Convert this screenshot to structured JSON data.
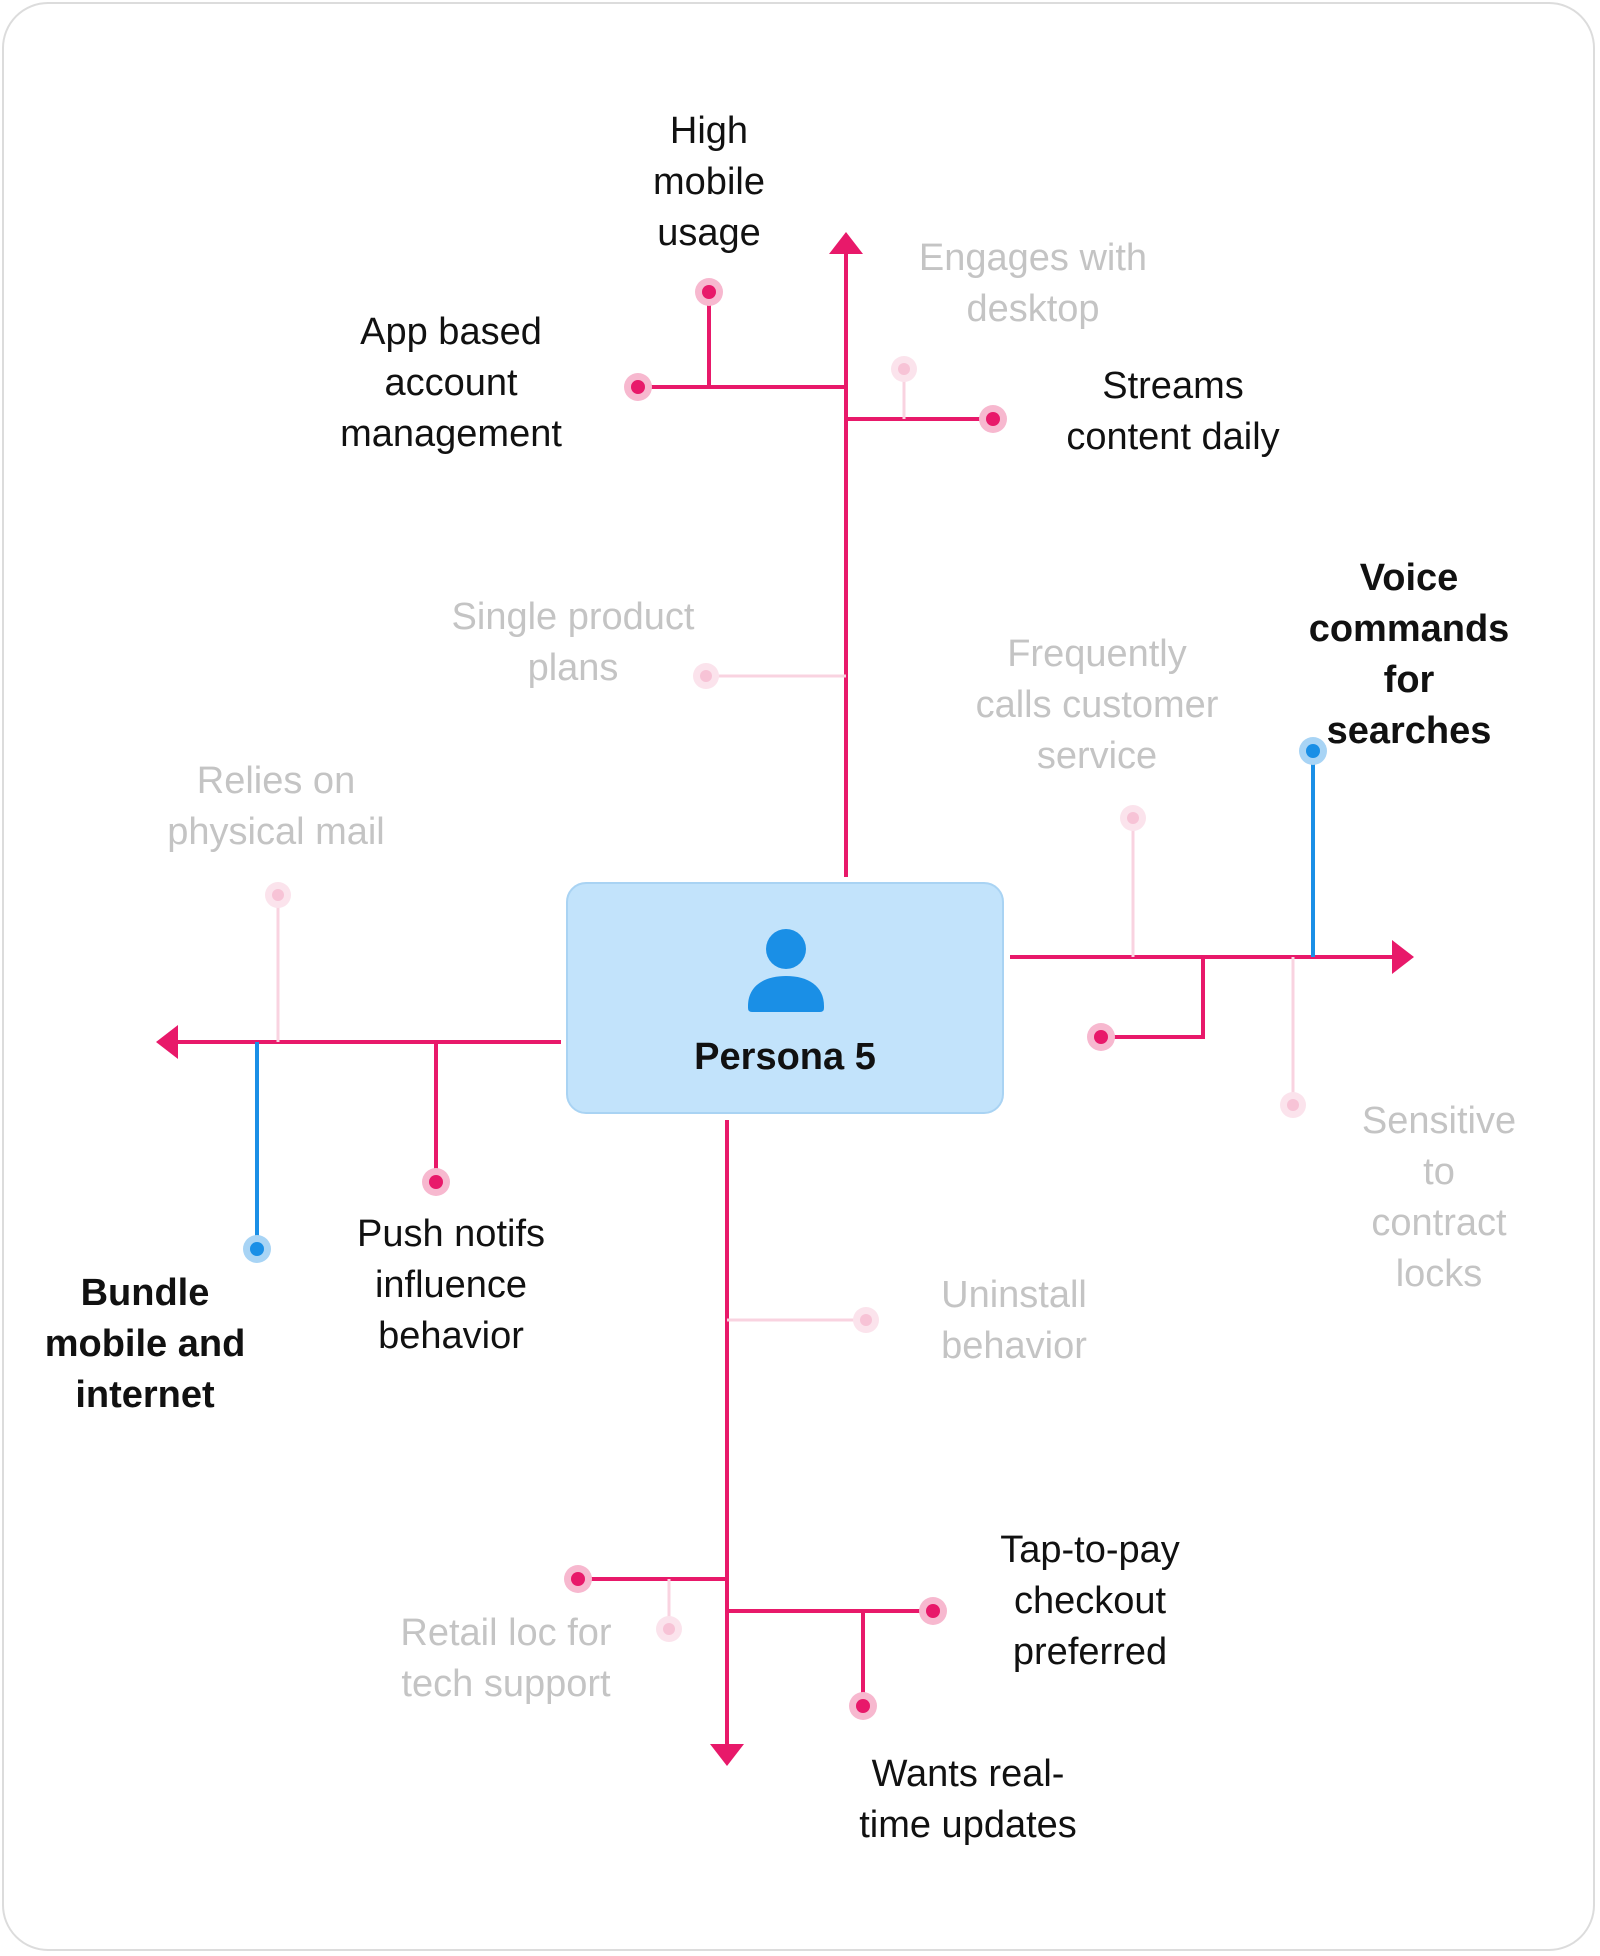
{
  "colors": {
    "accent": "#e8196a",
    "accent_dim": "#f9d3e0",
    "blue": "#1a8fe6",
    "card": "#c2e3fb",
    "person_icon": "#1a8fe6"
  },
  "persona": {
    "name": "Persona 5",
    "icon": "person-icon"
  },
  "labels": {
    "high_mobile_usage": "High\nmobile\nusage",
    "app_based": "App based\naccount\nmanagement",
    "engages_desktop": "Engages with\ndesktop",
    "streams_content": "Streams\ncontent daily",
    "single_product": "Single product\nplans",
    "frequently_calls": "Frequently\ncalls customer\nservice",
    "voice_commands": "Voice\ncommands\nfor searches",
    "relies_mail": "Relies on\nphysical mail",
    "sensitive_contract": "Sensitive to\ncontract locks",
    "bundle": "Bundle\nmobile and\ninternet",
    "push_notifs": "Push notifs\ninfluence\nbehavior",
    "uninstall": "Uninstall\nbehavior",
    "tap_to_pay": "Tap-to-pay\ncheckout\npreferred",
    "retail_loc": "Retail loc for\ntech support",
    "wants_realtime": "Wants real-\ntime updates"
  }
}
